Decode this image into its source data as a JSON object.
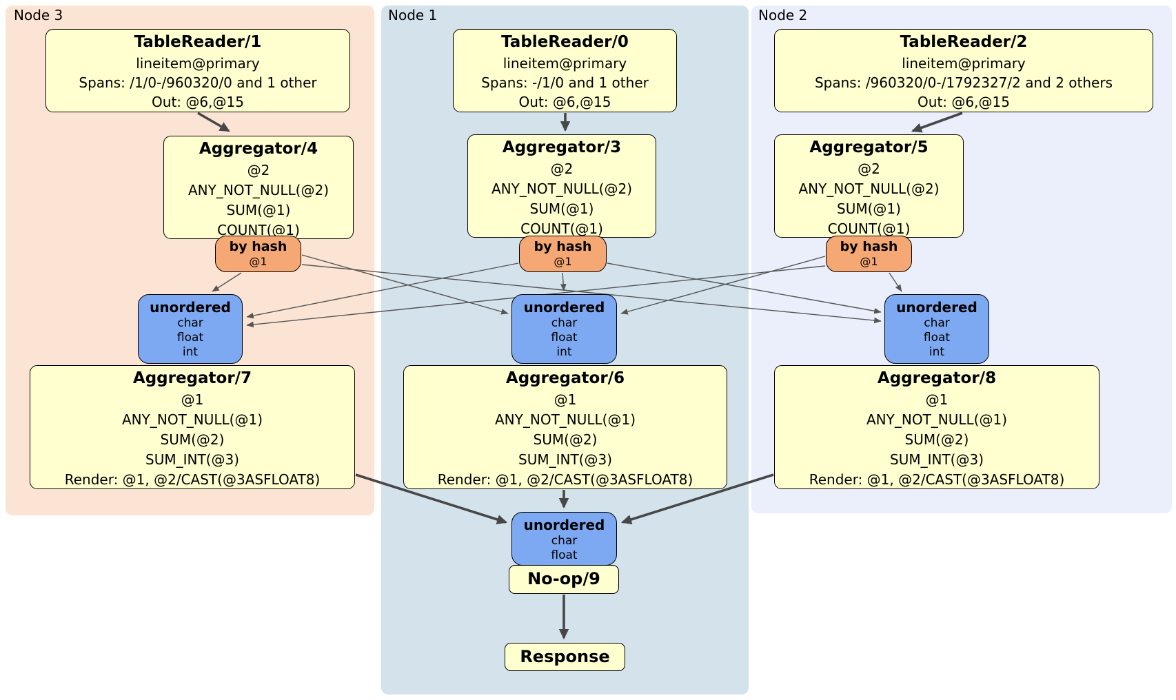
{
  "diagram": {
    "regions": {
      "node3": {
        "label": "Node 3",
        "color": "#fce4d4"
      },
      "node1": {
        "label": "Node 1",
        "color": "#d4e2ec"
      },
      "node2": {
        "label": "Node 2",
        "color": "#eaeffb"
      }
    },
    "colors": {
      "processor_fill": "#ffffd0",
      "router_fill": "#f5a873",
      "sync_fill": "#7da8f2",
      "edge": "#474747",
      "border": "#000000"
    },
    "processors": {
      "tableReader1": {
        "title": "TableReader/1",
        "lines": [
          "lineitem@primary",
          "Spans: /1/0-/960320/0 and 1 other",
          "Out: @6,@15"
        ]
      },
      "tableReader0": {
        "title": "TableReader/0",
        "lines": [
          "lineitem@primary",
          "Spans: -/1/0 and 1 other",
          "Out: @6,@15"
        ]
      },
      "tableReader2": {
        "title": "TableReader/2",
        "lines": [
          "lineitem@primary",
          "Spans: /960320/0-/1792327/2 and 2 others",
          "Out: @6,@15"
        ]
      },
      "aggregator4": {
        "title": "Aggregator/4",
        "lines": [
          "@2",
          "ANY_NOT_NULL(@2)",
          "SUM(@1)",
          "COUNT(@1)"
        ]
      },
      "aggregator3": {
        "title": "Aggregator/3",
        "lines": [
          "@2",
          "ANY_NOT_NULL(@2)",
          "SUM(@1)",
          "COUNT(@1)"
        ]
      },
      "aggregator5": {
        "title": "Aggregator/5",
        "lines": [
          "@2",
          "ANY_NOT_NULL(@2)",
          "SUM(@1)",
          "COUNT(@1)"
        ]
      },
      "aggregator7": {
        "title": "Aggregator/7",
        "lines": [
          "@1",
          "ANY_NOT_NULL(@1)",
          "SUM(@2)",
          "SUM_INT(@3)",
          "Render: @1, @2/CAST(@3ASFLOAT8)"
        ]
      },
      "aggregator6": {
        "title": "Aggregator/6",
        "lines": [
          "@1",
          "ANY_NOT_NULL(@1)",
          "SUM(@2)",
          "SUM_INT(@3)",
          "Render: @1, @2/CAST(@3ASFLOAT8)"
        ]
      },
      "aggregator8": {
        "title": "Aggregator/8",
        "lines": [
          "@1",
          "ANY_NOT_NULL(@1)",
          "SUM(@2)",
          "SUM_INT(@3)",
          "Render: @1, @2/CAST(@3ASFLOAT8)"
        ]
      },
      "noop": {
        "title": "No-op/9"
      },
      "response": {
        "title": "Response"
      }
    },
    "routers": {
      "hash4": {
        "label": "by hash",
        "lines": [
          "@1"
        ]
      },
      "hash3": {
        "label": "by hash",
        "lines": [
          "@1"
        ]
      },
      "hash5": {
        "label": "by hash",
        "lines": [
          "@1"
        ]
      }
    },
    "syncs": {
      "unorderedLeft": {
        "label": "unordered",
        "lines": [
          "char",
          "float",
          "int"
        ]
      },
      "unorderedCenter": {
        "label": "unordered",
        "lines": [
          "char",
          "float",
          "int"
        ]
      },
      "unorderedRight": {
        "label": "unordered",
        "lines": [
          "char",
          "float",
          "int"
        ]
      },
      "unorderedBottom": {
        "label": "unordered",
        "lines": [
          "char",
          "float"
        ]
      }
    }
  }
}
